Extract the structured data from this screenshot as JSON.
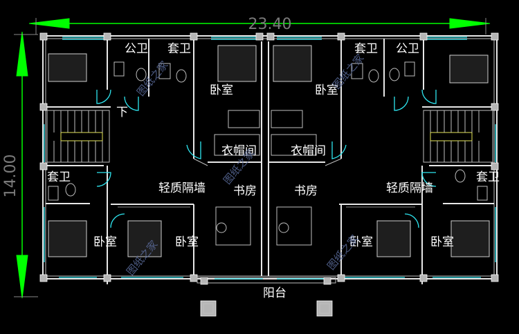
{
  "dimensions": {
    "width_label": "23.40",
    "height_label": "14.00"
  },
  "rooms": {
    "public_bath_left": "公卫",
    "suite_bath_top_left": "套卫",
    "bedroom_top_left": "卧室",
    "bedroom_top_right": "卧室",
    "suite_bath_top_right": "套卫",
    "public_bath_right": "公卫",
    "stair_down": "下",
    "cloakroom_left": "衣帽间",
    "cloakroom_right": "衣帽间",
    "suite_bath_mid_left": "套卫",
    "suite_bath_mid_right": "套卫",
    "partition_left": "轻质隔墙",
    "partition_right": "轻质隔墙",
    "study_left": "书房",
    "study_right": "书房",
    "bedroom_bottom_1": "卧室",
    "bedroom_bottom_2": "卧室",
    "bedroom_bottom_3": "卧室",
    "bedroom_bottom_4": "卧室",
    "balcony": "阳台"
  },
  "watermark": {
    "text": "图纸之家"
  },
  "colors": {
    "background": "#000000",
    "dimension_arrow": "#00ff00",
    "walls": "#e8e8e8",
    "windows": "#2ee6f0",
    "labels": "#ffffff"
  }
}
